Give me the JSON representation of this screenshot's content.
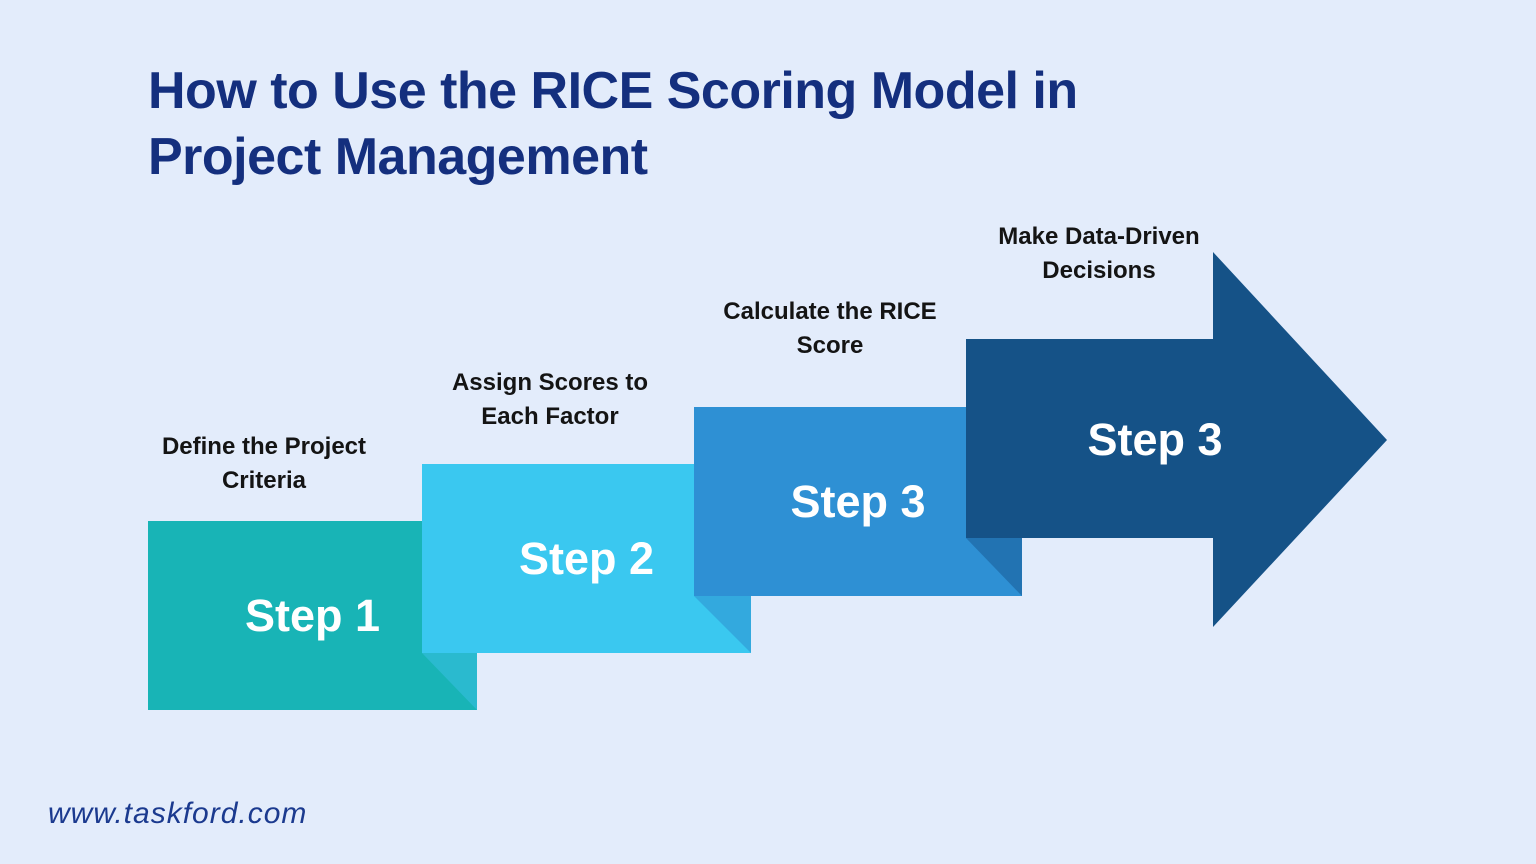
{
  "page": {
    "background_color": "#e3ecfb",
    "title": {
      "text": "How to Use the RICE Scoring Model in Project Management",
      "lines": [
        "How to Use the RICE Scoring Model in",
        "Project Management"
      ],
      "color": "#142f7e"
    },
    "footer": {
      "text": "www.taskford.com",
      "color": "#1b3a8f"
    }
  },
  "steps": [
    {
      "label": "Define the Project Criteria",
      "label_lines": [
        "Define the Project",
        "Criteria"
      ],
      "block_text": "Step 1",
      "color": "#18b4b6",
      "fold_color": "#2abacf"
    },
    {
      "label": "Assign Scores to Each Factor",
      "label_lines": [
        "Assign Scores to",
        "Each Factor"
      ],
      "block_text": "Step 2",
      "color": "#3ac8f0",
      "fold_color": "#33a9de"
    },
    {
      "label": "Calculate the RICE Score",
      "label_lines": [
        "Calculate the RICE",
        "Score"
      ],
      "block_text": "Step 3",
      "color": "#2e90d4",
      "fold_color": "#2273b2"
    },
    {
      "label": "Make Data-Driven Decisions",
      "label_lines": [
        "Make Data-Driven",
        "Decisions"
      ],
      "block_text": "Step 3",
      "color": "#155287"
    }
  ]
}
